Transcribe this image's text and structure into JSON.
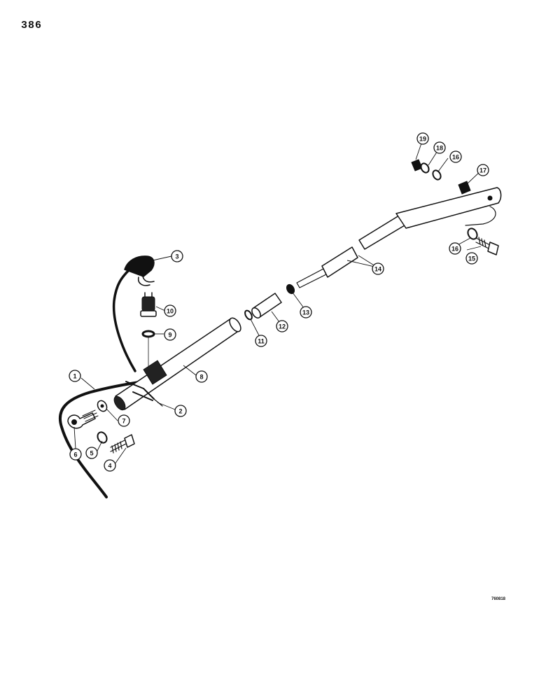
{
  "page": {
    "number": "386"
  },
  "figure": {
    "code": "760818"
  },
  "callouts": [
    {
      "label": "1"
    },
    {
      "label": "2"
    },
    {
      "label": "3"
    },
    {
      "label": "4"
    },
    {
      "label": "5"
    },
    {
      "label": "6"
    },
    {
      "label": "7"
    },
    {
      "label": "8"
    },
    {
      "label": "9"
    },
    {
      "label": "10"
    },
    {
      "label": "11"
    },
    {
      "label": "12"
    },
    {
      "label": "13"
    },
    {
      "label": "14"
    },
    {
      "label": "15"
    },
    {
      "label": "16"
    },
    {
      "label": "16"
    },
    {
      "label": "17"
    },
    {
      "label": "18"
    },
    {
      "label": "19"
    }
  ]
}
